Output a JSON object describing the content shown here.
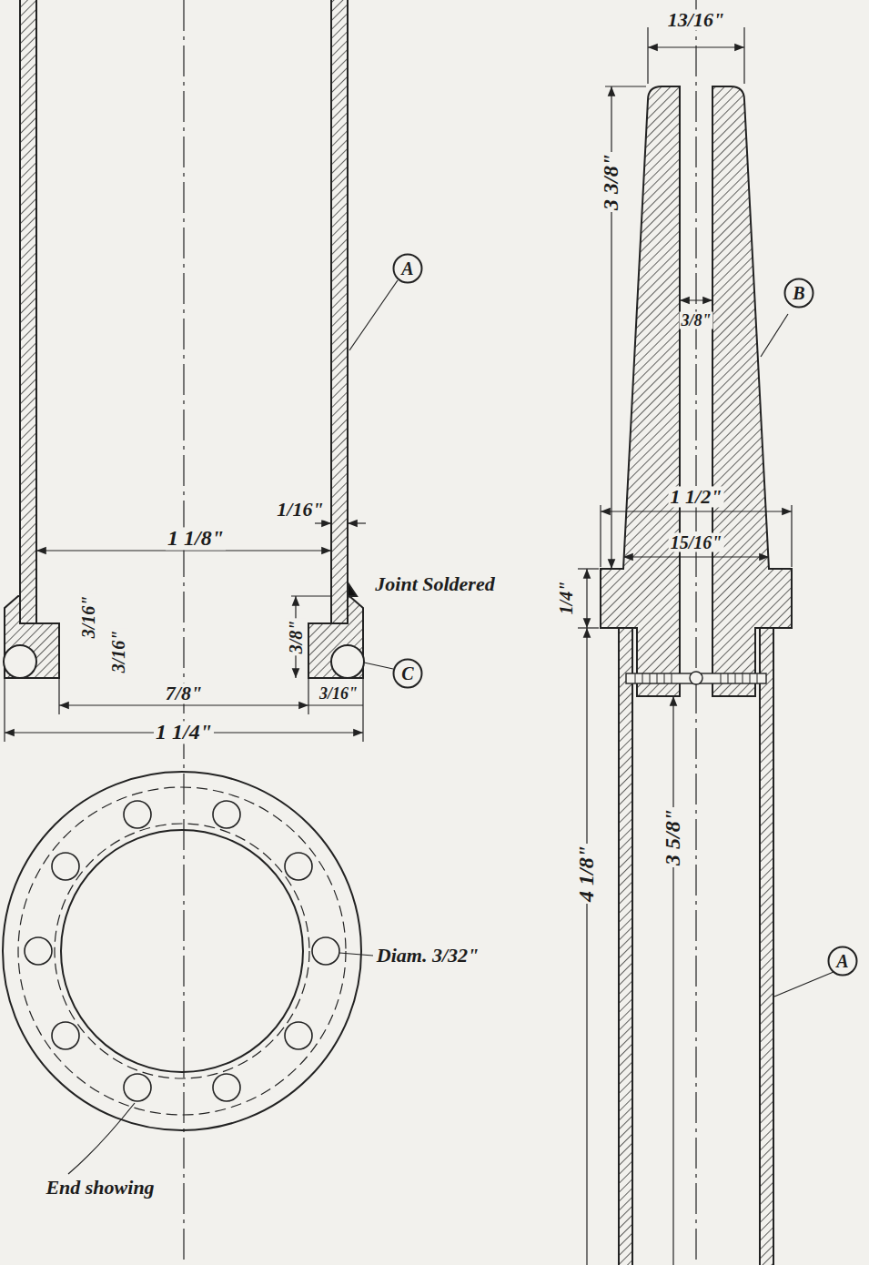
{
  "diagram": {
    "nodes": [
      {
        "text": [
          "A"
        ]
      },
      {
        "text": [
          "C"
        ]
      },
      {
        "text": [
          "B"
        ]
      },
      {
        "text": [
          "A"
        ]
      }
    ],
    "labels": [
      "1/16\"",
      "1 1/8\"",
      "Joint Soldered",
      "3/16\"",
      "3/8\"",
      "3/16\"",
      "7/8\"",
      "3/16\"",
      "1 1/4\"",
      "Diam. 3/32\"",
      "End showing",
      "13/16\"",
      "3 3/8\"",
      "3/8\"",
      "1 1/2\"",
      "15/16\"",
      "1/4\"",
      "3 5/8\"",
      "4 1/8\""
    ]
  }
}
